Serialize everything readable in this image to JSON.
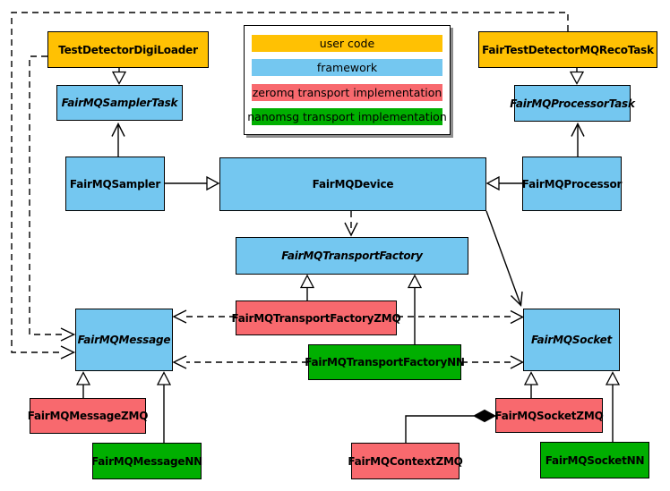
{
  "colors": {
    "user_code": "#FFC103",
    "framework": "#74C7F0",
    "zeromq": "#F8696E",
    "nanomsg": "#00AF00",
    "edge": "#000000",
    "legend_shadow": "#8E8E8E"
  },
  "legend": {
    "items": [
      {
        "label": "user code",
        "category": "user_code",
        "color": "#FFC103"
      },
      {
        "label": "framework",
        "category": "framework",
        "color": "#74C7F0"
      },
      {
        "label": "zeromq transport implementation",
        "category": "zeromq",
        "color": "#F8696E"
      },
      {
        "label": "nanomsg transport implementation",
        "category": "nanomsg",
        "color": "#00AF00"
      }
    ]
  },
  "nodes": {
    "test_detector_digi_loader": {
      "label": "TestDetectorDigiLoader",
      "category": "user_code",
      "abstract": false
    },
    "fair_test_detector_mq_reco_task": {
      "label": "FairTestDetectorMQRecoTask",
      "category": "user_code",
      "abstract": false
    },
    "fairmq_sampler_task": {
      "label": "FairMQSamplerTask",
      "category": "framework",
      "abstract": true
    },
    "fairmq_processor_task": {
      "label": "FairMQProcessorTask",
      "category": "framework",
      "abstract": true
    },
    "fairmq_sampler": {
      "label": "FairMQSampler",
      "category": "framework",
      "abstract": false
    },
    "fairmq_processor": {
      "label": "FairMQProcessor",
      "category": "framework",
      "abstract": false
    },
    "fairmq_device": {
      "label": "FairMQDevice",
      "category": "framework",
      "abstract": false
    },
    "fairmq_transport_factory": {
      "label": "FairMQTransportFactory",
      "category": "framework",
      "abstract": true
    },
    "fairmq_transport_factory_zmq": {
      "label": "FairMQTransportFactoryZMQ",
      "category": "zeromq",
      "abstract": false
    },
    "fairmq_transport_factory_nn": {
      "label": "FairMQTransportFactoryNN",
      "category": "nanomsg",
      "abstract": false
    },
    "fairmq_message": {
      "label": "FairMQMessage",
      "category": "framework",
      "abstract": true
    },
    "fairmq_socket": {
      "label": "FairMQSocket",
      "category": "framework",
      "abstract": true
    },
    "fairmq_message_zmq": {
      "label": "FairMQMessageZMQ",
      "category": "zeromq",
      "abstract": false
    },
    "fairmq_message_nn": {
      "label": "FairMQMessageNN",
      "category": "nanomsg",
      "abstract": false
    },
    "fairmq_context_zmq": {
      "label": "FairMQContextZMQ",
      "category": "zeromq",
      "abstract": false
    },
    "fairmq_socket_zmq": {
      "label": "FairMQSocketZMQ",
      "category": "zeromq",
      "abstract": false
    },
    "fairmq_socket_nn": {
      "label": "FairMQSocketNN",
      "category": "nanomsg",
      "abstract": false
    }
  }
}
